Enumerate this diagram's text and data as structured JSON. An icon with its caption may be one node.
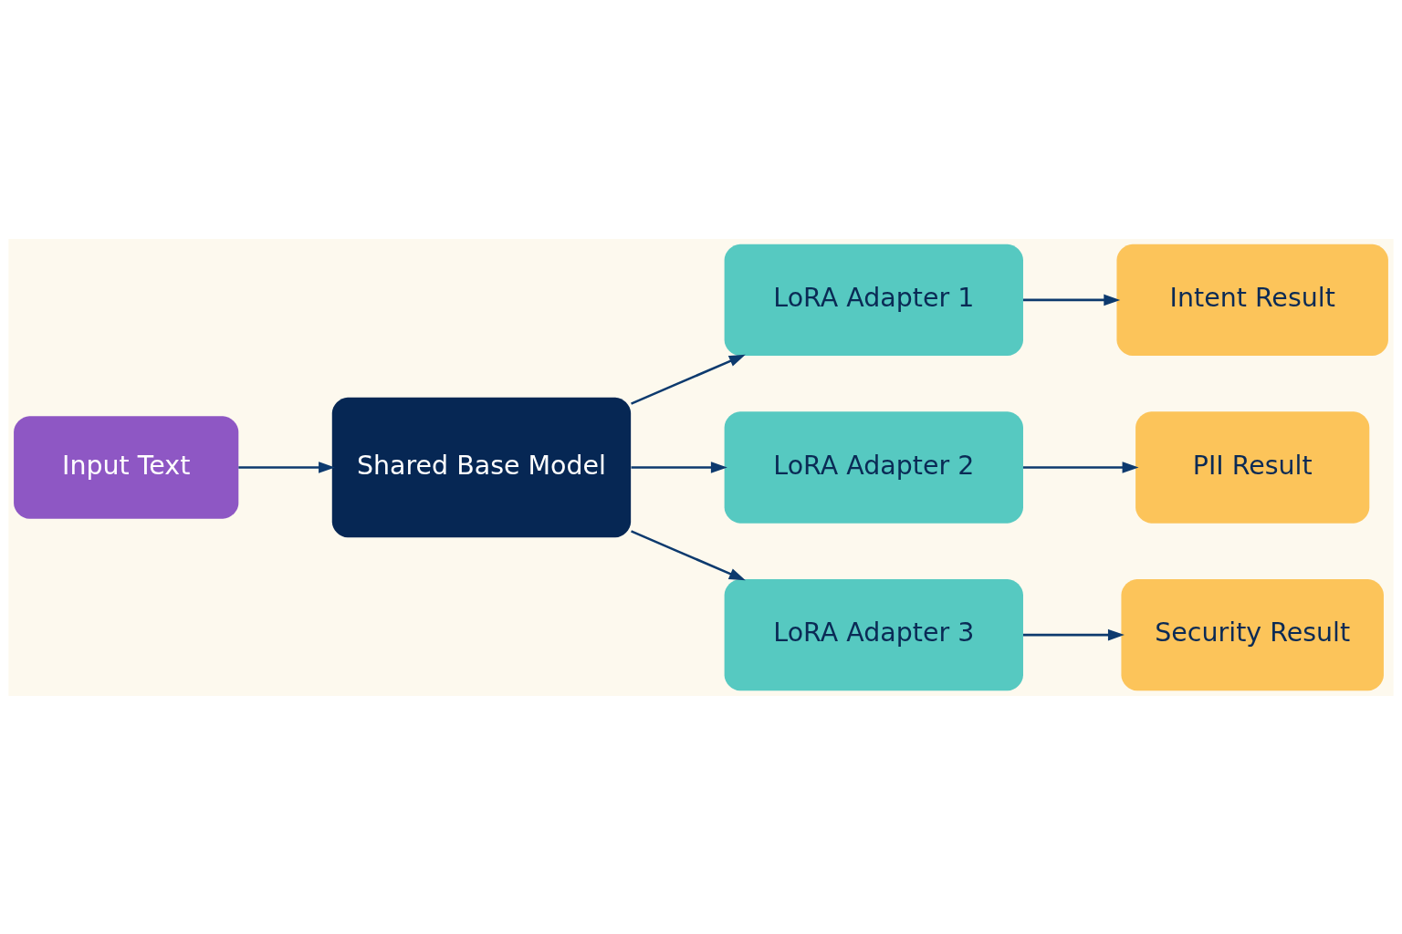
{
  "diagram": {
    "nodes": [
      {
        "text": [
          "Input Text"
        ]
      },
      {
        "text": [
          "Shared Base Model"
        ]
      },
      {
        "text": [
          "LoRA Adapter 1"
        ]
      },
      {
        "text": [
          "LoRA Adapter 2"
        ]
      },
      {
        "text": [
          "LoRA Adapter 3"
        ]
      },
      {
        "text": [
          "Intent Result"
        ]
      },
      {
        "text": [
          "PII Result"
        ]
      },
      {
        "text": [
          "Security Result"
        ]
      }
    ],
    "edges": [
      {
        "from": 0,
        "to": 1,
        "arrow": "to"
      },
      {
        "from": 1,
        "to": 2,
        "arrow": "to"
      },
      {
        "from": 1,
        "to": 3,
        "arrow": "to"
      },
      {
        "from": 1,
        "to": 4,
        "arrow": "to"
      },
      {
        "from": 2,
        "to": 5,
        "arrow": "to"
      },
      {
        "from": 3,
        "to": 6,
        "arrow": "to"
      },
      {
        "from": 4,
        "to": 7,
        "arrow": "to"
      }
    ]
  }
}
